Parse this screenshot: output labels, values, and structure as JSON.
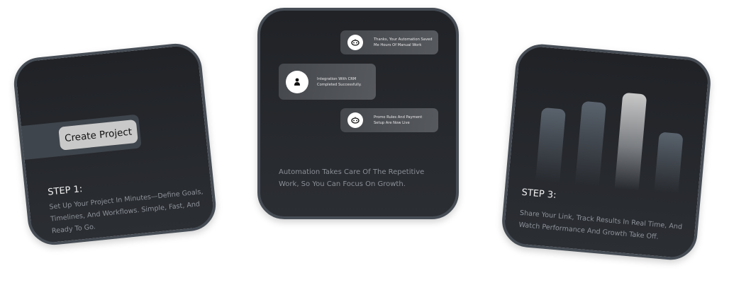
{
  "step1": {
    "button_label": "Create Project",
    "title": "STEP 1:",
    "description": "Set Up Your Project In Minutes—Define Goals, Timelines, And Workflows. Simple, Fast, And Ready To Go."
  },
  "step2": {
    "messages": [
      {
        "icon": "robot-icon",
        "text": "Thanks, Your Automation Saved Me Hours Of Manual Work"
      },
      {
        "icon": "user-icon",
        "text": "Integration With CRM Completed Successfully."
      },
      {
        "icon": "robot-icon",
        "text": "Promo Rules And Payment Setup Are Now Live"
      }
    ],
    "description": "Automation Takes Care Of The Repetitive Work, So You Can Focus On Growth."
  },
  "step3": {
    "bars": [
      0.62,
      0.7,
      0.8,
      0.5
    ],
    "highlight_index": 2,
    "title": "STEP 3:",
    "description": "Share Your Link, Track Results In Real Time, And Watch Performance And Growth Take Off."
  }
}
